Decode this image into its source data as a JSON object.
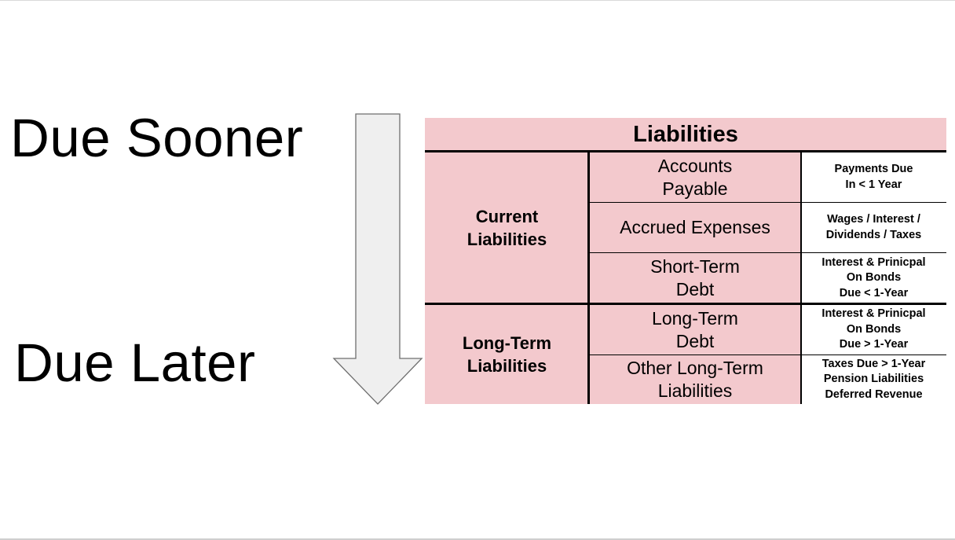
{
  "labels": {
    "due_sooner": "Due Sooner",
    "due_later": "Due Later"
  },
  "table": {
    "title": "Liabilities",
    "groups": [
      {
        "name": "Current\nLiabilities",
        "rows": [
          {
            "item": "Accounts\nPayable",
            "description": "Payments Due\nIn < 1 Year"
          },
          {
            "item": "Accrued Expenses",
            "description": "Wages / Interest /\nDividends / Taxes"
          },
          {
            "item": "Short-Term\nDebt",
            "description": "Interest & Prinicpal\nOn Bonds\nDue < 1-Year"
          }
        ]
      },
      {
        "name": "Long-Term\nLiabilities",
        "rows": [
          {
            "item": "Long-Term\nDebt",
            "description": "Interest & Prinicpal\nOn Bonds\nDue > 1-Year"
          },
          {
            "item": "Other Long-Term\nLiabilities",
            "description": "Taxes Due > 1-Year\nPension Liabilities\nDeferred Revenue"
          }
        ]
      }
    ]
  },
  "colors": {
    "table_fill": "#f3c9cd",
    "arrow_fill": "#efefef",
    "arrow_stroke": "#6e6e6e"
  }
}
